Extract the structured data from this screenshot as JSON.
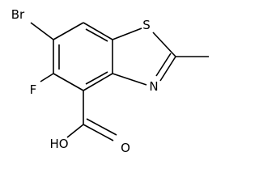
{
  "molecule": {
    "atoms": {
      "bromine": "Br",
      "fluorine": "F",
      "sulfur": "S",
      "nitrogen": "N",
      "hydroxyl": "HO",
      "carbonyl_oxygen": "O"
    },
    "colors": {
      "bond": "#000000",
      "label": "#000000",
      "background": "#ffffff"
    }
  }
}
